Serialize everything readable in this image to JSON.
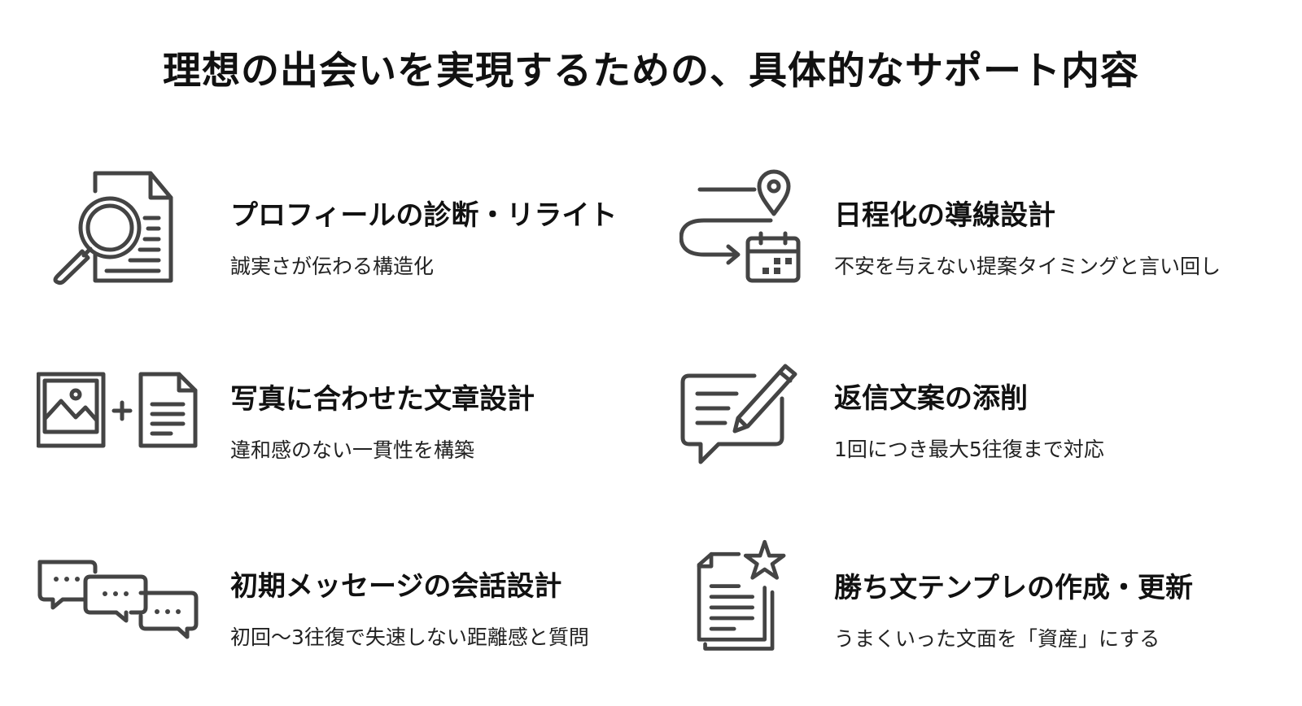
{
  "title": "理想の出会いを実現するための、具体的なサポート内容",
  "items": [
    {
      "icon": "document-search-icon",
      "title": "プロフィールの診断・リライト",
      "desc": "誠実さが伝わる構造化"
    },
    {
      "icon": "route-calendar-icon",
      "title": "日程化の導線設計",
      "desc": "不安を与えない提案タイミングと言い回し"
    },
    {
      "icon": "photo-plus-document-icon",
      "title": "写真に合わせた文章設計",
      "desc": "違和感のない一貫性を構築"
    },
    {
      "icon": "message-edit-icon",
      "title": "返信文案の添削",
      "desc": "1回につき最大5往復まで対応"
    },
    {
      "icon": "chat-bubbles-icon",
      "title": "初期メッセージの会話設計",
      "desc": "初回〜3往復で失速しない距離感と質問"
    },
    {
      "icon": "document-star-icon",
      "title": "勝ち文テンプレの作成・更新",
      "desc": "うまくいった文面を「資産」にする"
    }
  ],
  "colors": {
    "text": "#111111",
    "icon": "#444444",
    "background": "#ffffff"
  }
}
